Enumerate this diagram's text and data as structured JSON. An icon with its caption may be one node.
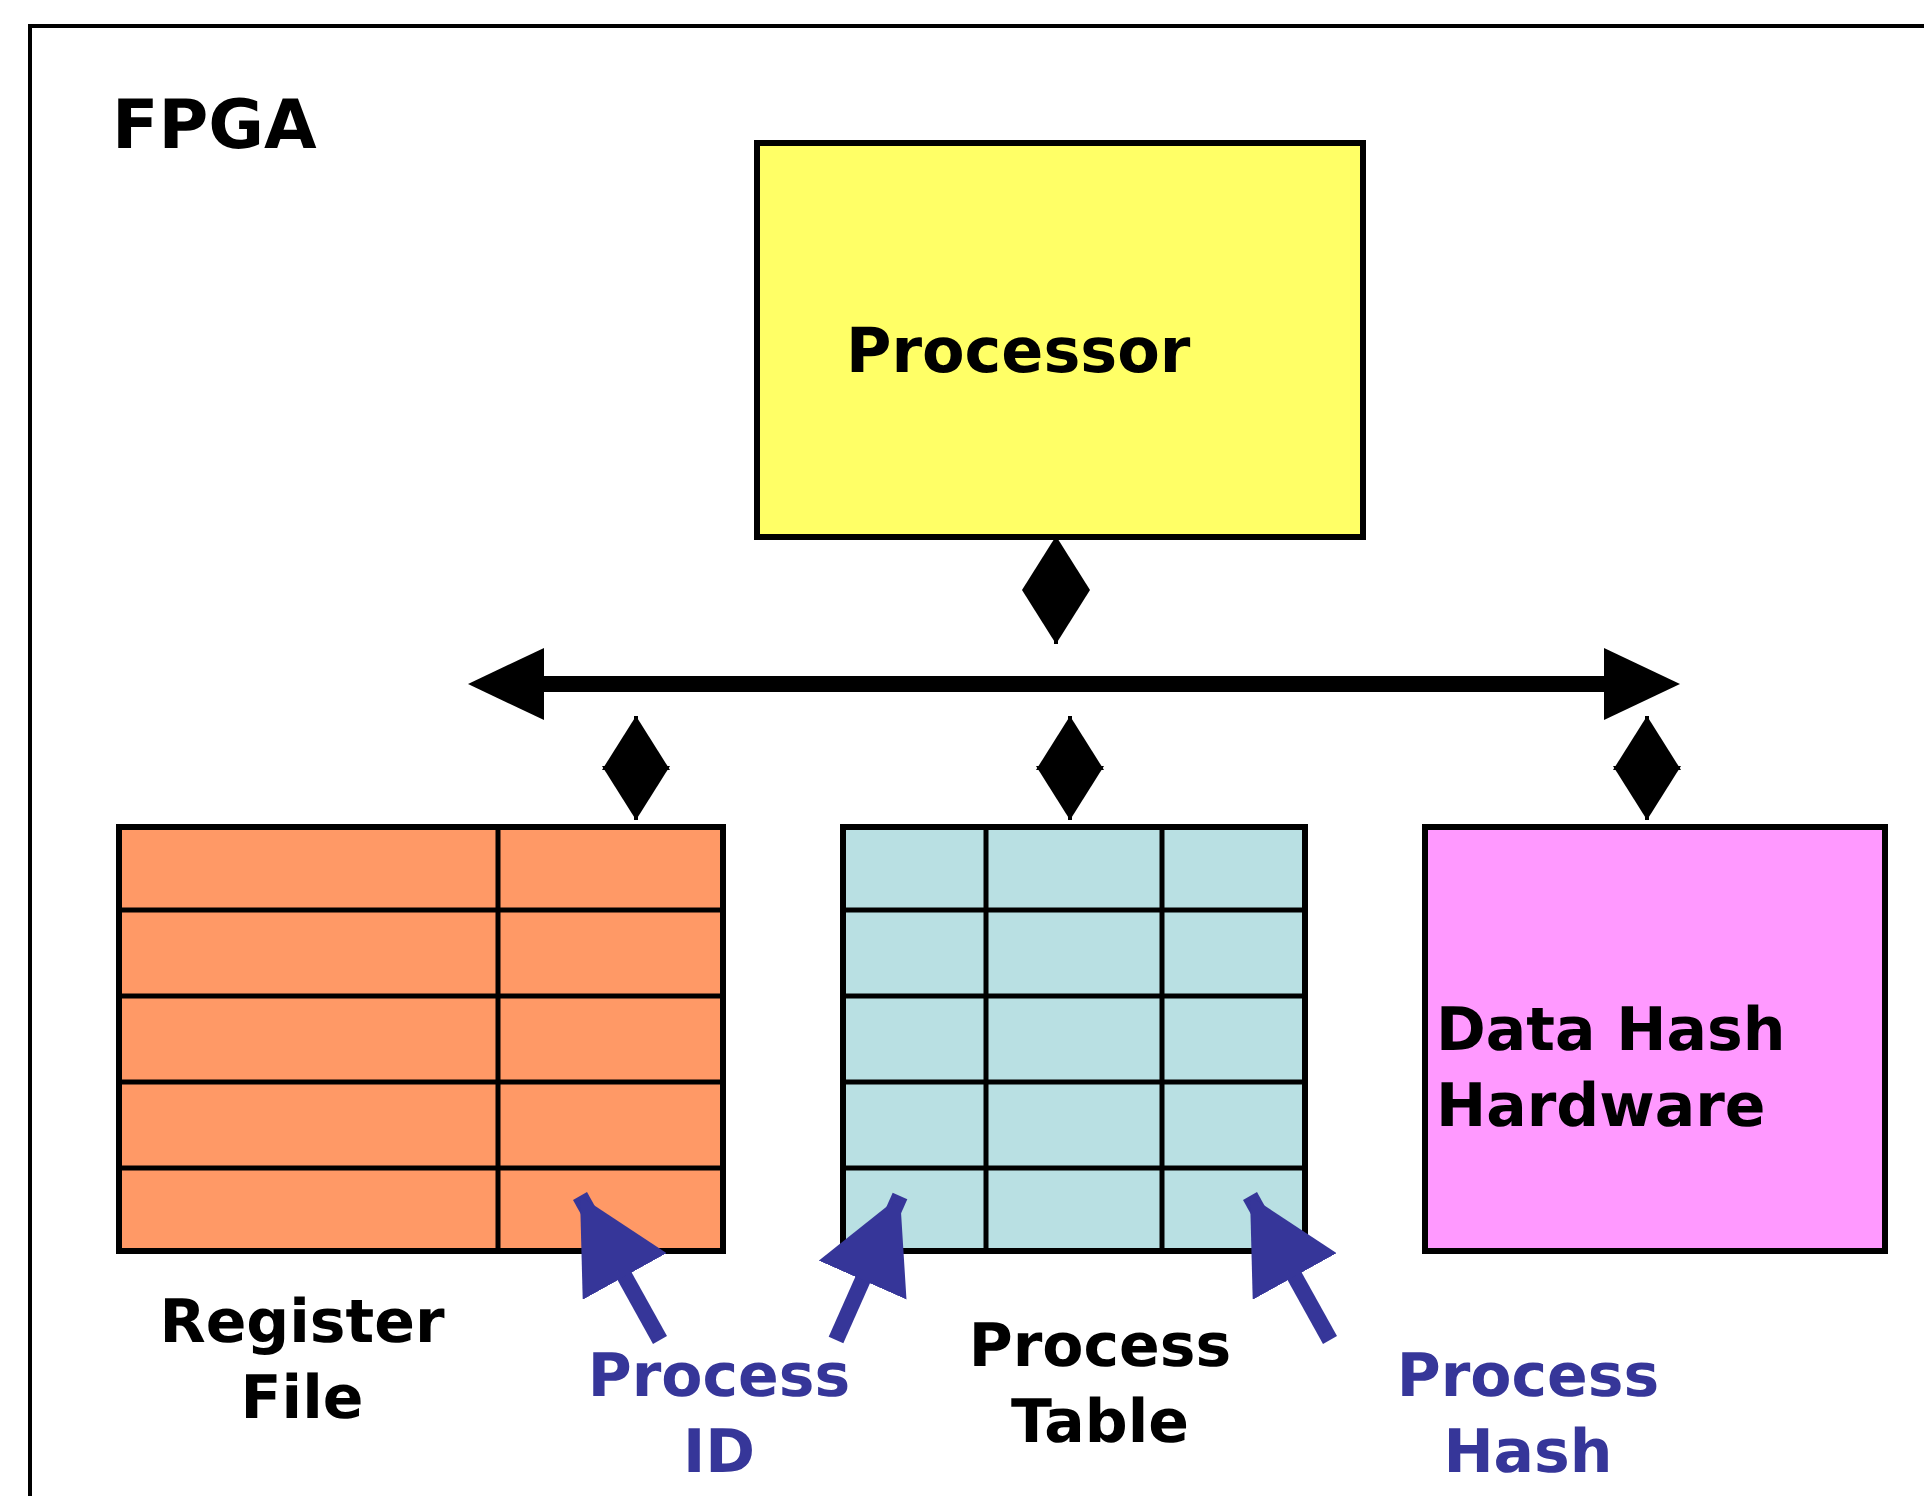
{
  "diagram": {
    "nodes": [
      {
        "text": [
          "FPGA"
        ]
      },
      {
        "text": [
          "Processor"
        ],
        "in": 0
      },
      {
        "text": [],
        "shape": "bar",
        "in": 0
      },
      {
        "text": [
          "Register File"
        ],
        "in": 0
      },
      {
        "text": [
          "Process Table"
        ],
        "in": 0
      },
      {
        "text": [
          "Data Hash Hardware"
        ],
        "in": 0
      },
      {
        "text": [
          "Process ID"
        ],
        "in": 0
      },
      {
        "text": [
          "Process Hash"
        ],
        "in": 0
      }
    ],
    "edges": [
      {
        "from": 1,
        "to": 2,
        "arrow": "both"
      },
      {
        "from": 2,
        "to": 3,
        "arrow": "both"
      },
      {
        "from": 2,
        "to": 4,
        "arrow": "both"
      },
      {
        "from": 2,
        "to": 5,
        "arrow": "both"
      },
      {
        "from": 6,
        "to": 3,
        "arrow": "to",
        "style": "thick",
        "color": "#363699"
      },
      {
        "from": 6,
        "to": 4,
        "arrow": "to",
        "style": "thick",
        "color": "#363699"
      },
      {
        "from": 7,
        "to": 4,
        "arrow": "to",
        "style": "thick",
        "color": "#363699"
      }
    ]
  }
}
